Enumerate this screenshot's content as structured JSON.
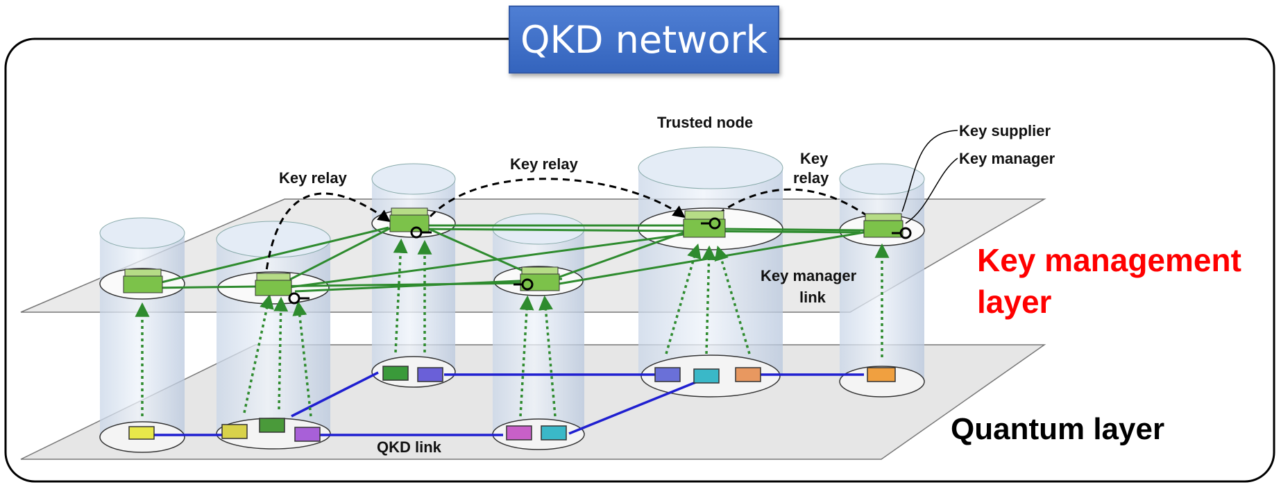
{
  "title": "QKD network",
  "layers": {
    "key_management": {
      "line1": "Key management",
      "line2": "layer"
    },
    "quantum": "Quantum layer"
  },
  "annotations": {
    "trusted_node": "Trusted node",
    "key_supplier": "Key supplier",
    "key_manager": "Key manager",
    "key_relay": "Key relay",
    "key_relay_split": [
      "Key",
      "relay"
    ],
    "key_manager_link": [
      "Key manager",
      "link"
    ],
    "qkd_link": "QKD link"
  },
  "colors": {
    "title_bg": "#3a6cc6",
    "key_management_label": "#ff0000",
    "key_manager_link": "#2e8b2e",
    "qkd_link": "#1f1fd0",
    "key_relay": "#000000"
  }
}
